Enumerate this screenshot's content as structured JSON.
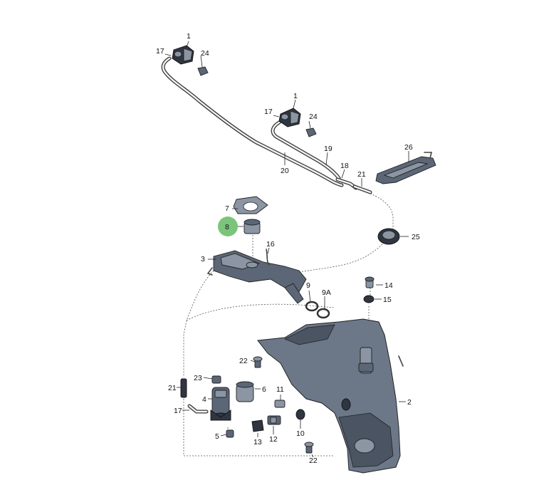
{
  "callouts": {
    "c1a": "1",
    "c17a": "17",
    "c24a": "24",
    "c1b": "1",
    "c17b": "17",
    "c24b": "24",
    "c19": "19",
    "c20": "20",
    "c18": "18",
    "c21a": "21",
    "c26": "26",
    "c7": "7",
    "c8": "8",
    "c25": "25",
    "c3": "3",
    "c16": "16",
    "c9": "9",
    "c9A": "9A",
    "c14": "14",
    "c15": "15",
    "c22a": "22",
    "c23": "23",
    "c21b": "21",
    "c6": "6",
    "c4": "4",
    "c17c": "17",
    "c11": "11",
    "c2": "2",
    "c5": "5",
    "c13": "13",
    "c12": "12",
    "c10": "10",
    "c22b": "22"
  },
  "colors": {
    "highlight": "#7cc47c",
    "part": "#5b6676",
    "line": "#222222"
  }
}
